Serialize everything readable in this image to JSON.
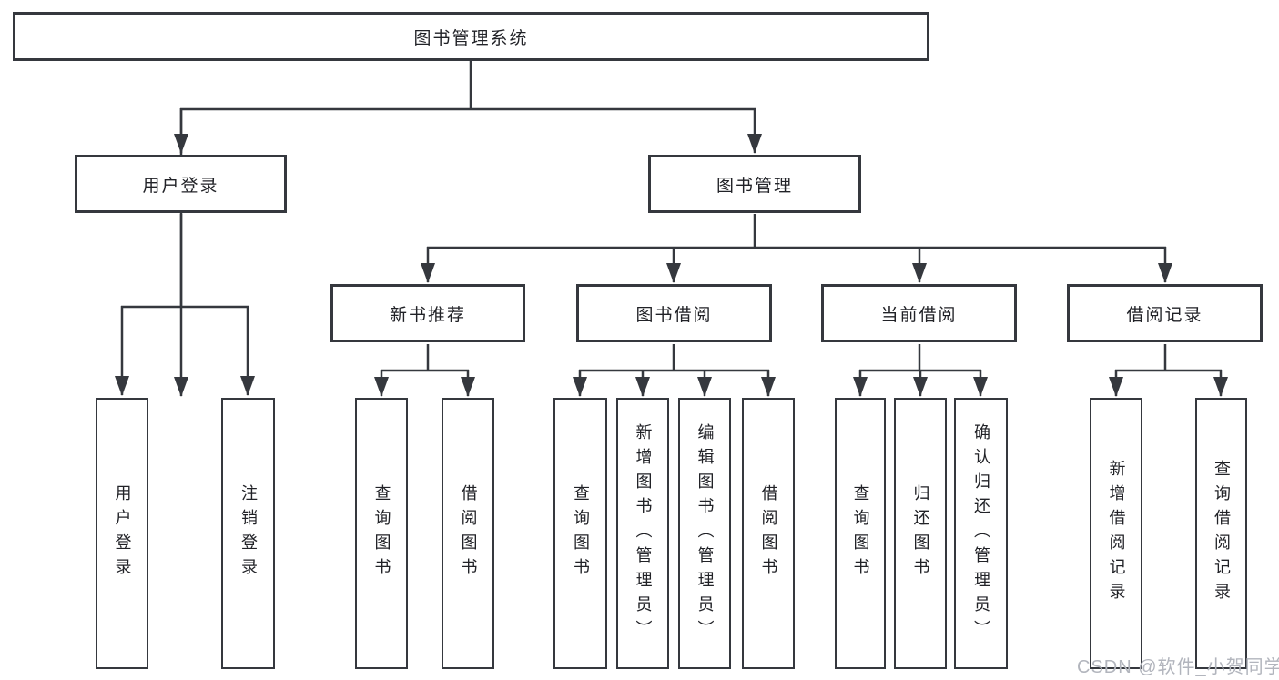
{
  "diagram": {
    "watermark": "CSDN @软件_小贺同学",
    "colors": {
      "line": "#35383e",
      "text": "#212227",
      "watermark": "#b2b5bd",
      "background": "#ffffff"
    },
    "tree": {
      "label": "图书管理系统",
      "children": [
        {
          "label": "用户登录",
          "children": [
            {
              "label": "用户登录"
            },
            {
              "label": "注销登录"
            }
          ]
        },
        {
          "label": "图书管理",
          "children": [
            {
              "label": "新书推荐",
              "children": [
                {
                  "label": "查询图书"
                },
                {
                  "label": "借阅图书"
                }
              ]
            },
            {
              "label": "图书借阅",
              "children": [
                {
                  "label": "查询图书"
                },
                {
                  "label": "新增图书（管理员）"
                },
                {
                  "label": "编辑图书（管理员）"
                },
                {
                  "label": "借阅图书"
                }
              ]
            },
            {
              "label": "当前借阅",
              "children": [
                {
                  "label": "查询图书"
                },
                {
                  "label": "归还图书"
                },
                {
                  "label": "确认归还（管理员）"
                }
              ]
            },
            {
              "label": "借阅记录",
              "children": [
                {
                  "label": "新增借阅记录"
                },
                {
                  "label": "查询借阅记录"
                }
              ]
            }
          ]
        }
      ]
    }
  }
}
